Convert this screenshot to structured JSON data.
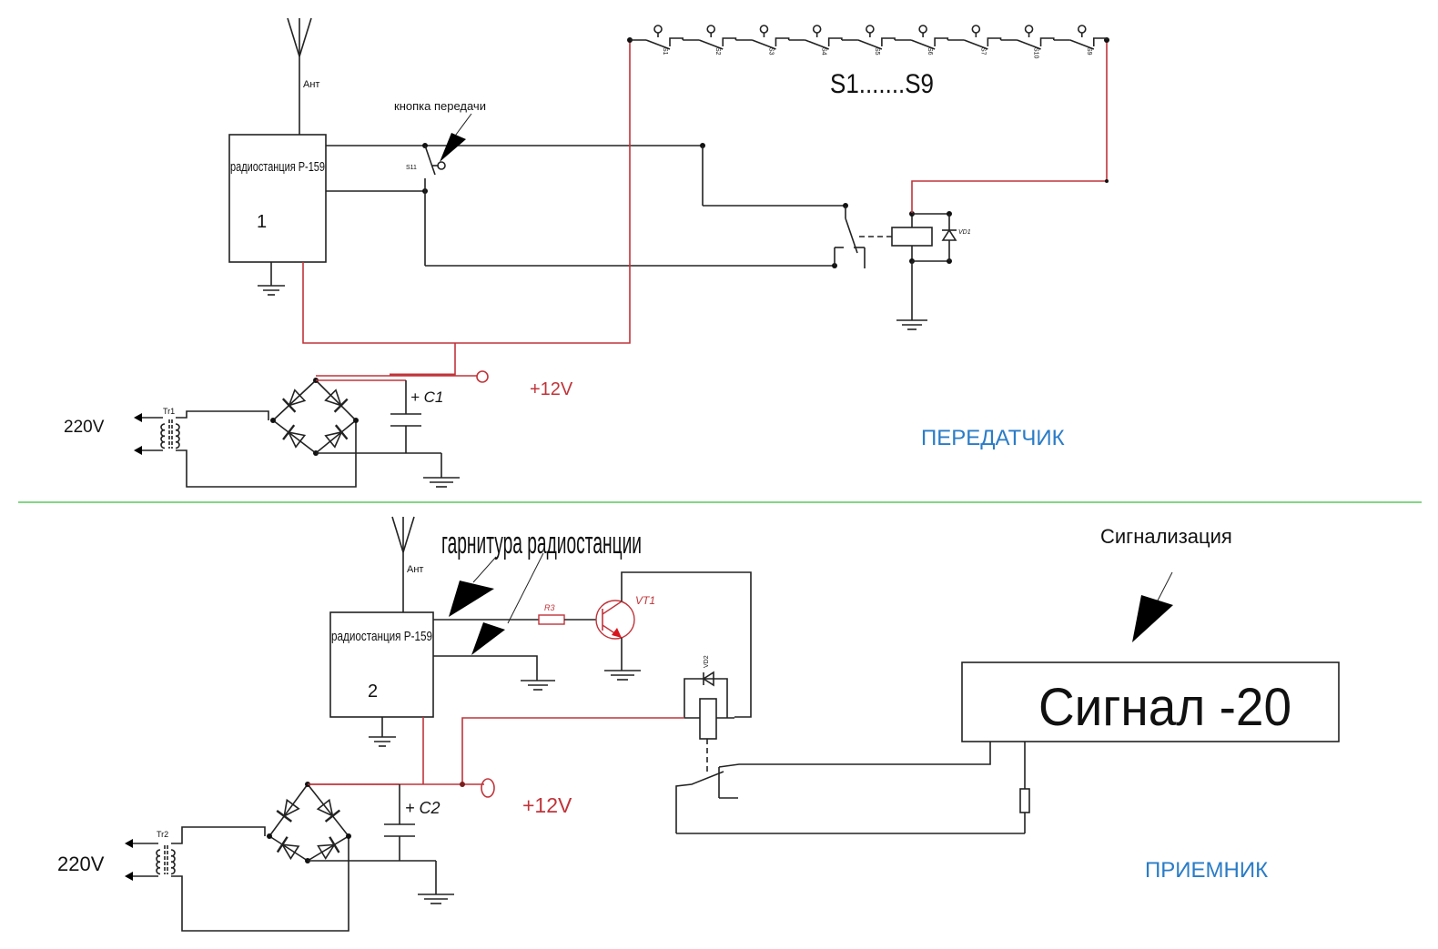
{
  "diagram": {
    "transmitter": {
      "section_title": "ПЕРЕДАТЧИК",
      "radio_label": "радиостанция Р-159",
      "radio_number": "1",
      "antenna_label": "Ант",
      "ptt_label": "кнопка передачи",
      "ptt_switch_label": "S11",
      "switches": [
        "S1",
        "S2",
        "S3",
        "S4",
        "S5",
        "S6",
        "S7",
        "S10",
        "S9"
      ],
      "switches_caption": "S1.......S9",
      "diode_label": "VD1",
      "transformer_label": "Tr1",
      "mains_label": "220V",
      "capacitor_label": "+ C1",
      "supply_label": "+12V"
    },
    "receiver": {
      "section_title": "ПРИЕМНИК",
      "radio_label": "радиостанция Р-159",
      "radio_number": "2",
      "antenna_label": "Ант",
      "headset_label": "гарнитура радиостанции",
      "resistor_label": "R3",
      "transistor_label": "VT1",
      "diode_label": "VD2",
      "alarm_caption": "Сигнализация",
      "alarm_box_label": "Сигнал -20",
      "transformer_label": "Tr2",
      "mains_label": "220V",
      "capacitor_label": "+ C2",
      "supply_label": "+12V"
    },
    "colors": {
      "wire": "#222222",
      "power_wire": "#c0343a",
      "section_title": "#2a7cc7",
      "divider": "#5cc95c"
    }
  }
}
